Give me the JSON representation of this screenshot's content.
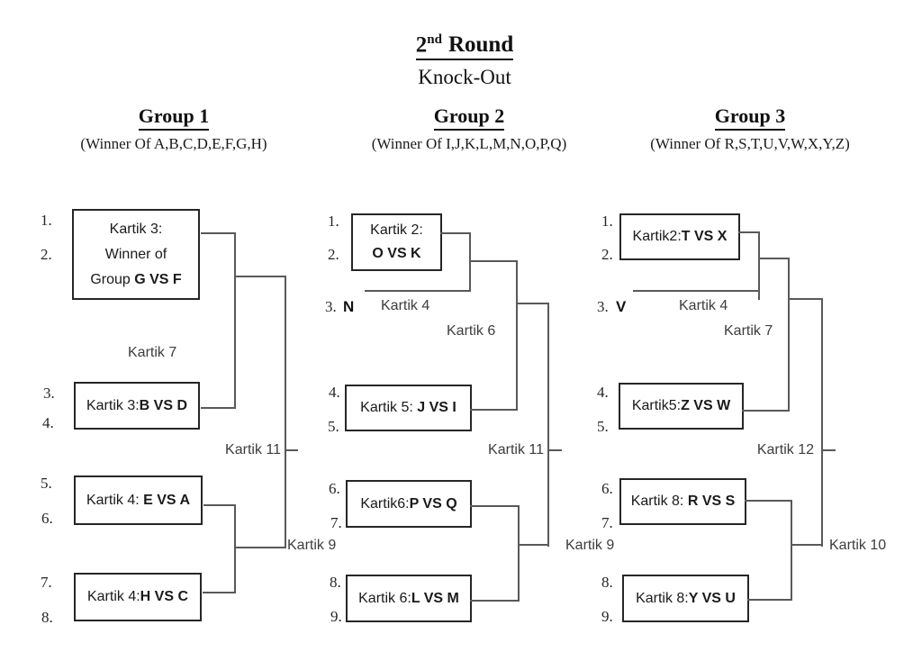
{
  "page": {
    "title_number": "2",
    "title_sup": "nd",
    "title_rest": "Round",
    "subtitle": "Knock-Out"
  },
  "colors": {
    "line": "#595959",
    "box_border": "#262626",
    "text": "#1a1a1a",
    "label": "#3d3d3d"
  },
  "groups": [
    {
      "name": "Group 1",
      "note": "(Winner Of A,B,C,D,E,F,G,H)",
      "slots": [
        "1.",
        "2.",
        "3.",
        "4.",
        "5.",
        "6.",
        "7.",
        "8."
      ],
      "boxes": [
        {
          "lines": [
            {
              "t": "Kartik 3:"
            },
            {
              "t": "Winner of"
            },
            {
              "t": "Group ",
              "b": "G VS F"
            }
          ]
        },
        {
          "t": "Kartik 3:",
          "b": "B VS D"
        },
        {
          "t": "Kartik 4: ",
          "b": "E VS A"
        },
        {
          "t": "Kartik 4:",
          "b": "H VS C"
        }
      ],
      "labels": {
        "round1": "Kartik 7",
        "final": "Kartik 11",
        "bottom_semi": "Kartik 9"
      }
    },
    {
      "name": "Group 2",
      "note": "(Winner Of I,J,K,L,M,N,O,P,Q)",
      "slots": [
        "1.",
        "2.",
        "3.",
        "4.",
        "5.",
        "6.",
        "7.",
        "8.",
        "9."
      ],
      "bye": {
        "letter": "N",
        "label": "Kartik 4"
      },
      "boxes": [
        {
          "lines": [
            {
              "t": "Kartik 2:"
            },
            {
              "b": "O VS K"
            }
          ]
        },
        {
          "t": "Kartik 5: ",
          "b": "J VS I"
        },
        {
          "t": "Kartik6:",
          "b": "P VS Q"
        },
        {
          "t": "Kartik 6:",
          "b": "L VS M"
        }
      ],
      "labels": {
        "round1": "Kartik 6",
        "final": "Kartik 11",
        "bottom_semi": "Kartik 9"
      }
    },
    {
      "name": "Group 3",
      "note": "(Winner Of R,S,T,U,V,W,X,Y,Z)",
      "slots": [
        "1.",
        "2.",
        "3.",
        "4.",
        "5.",
        "6.",
        "7.",
        "8.",
        "9."
      ],
      "bye": {
        "letter": "V",
        "label": "Kartik 4"
      },
      "boxes": [
        {
          "t": "Kartik2:",
          "b": "T VS X"
        },
        {
          "t": "Kartik5:",
          "b": "Z VS W"
        },
        {
          "t": "Kartik 8: ",
          "b": "R VS S"
        },
        {
          "t": "Kartik 8:",
          "b": "Y VS U"
        }
      ],
      "labels": {
        "round1": "Kartik 7",
        "final": "Kartik 12",
        "bottom_semi": "Kartik 10"
      }
    }
  ]
}
